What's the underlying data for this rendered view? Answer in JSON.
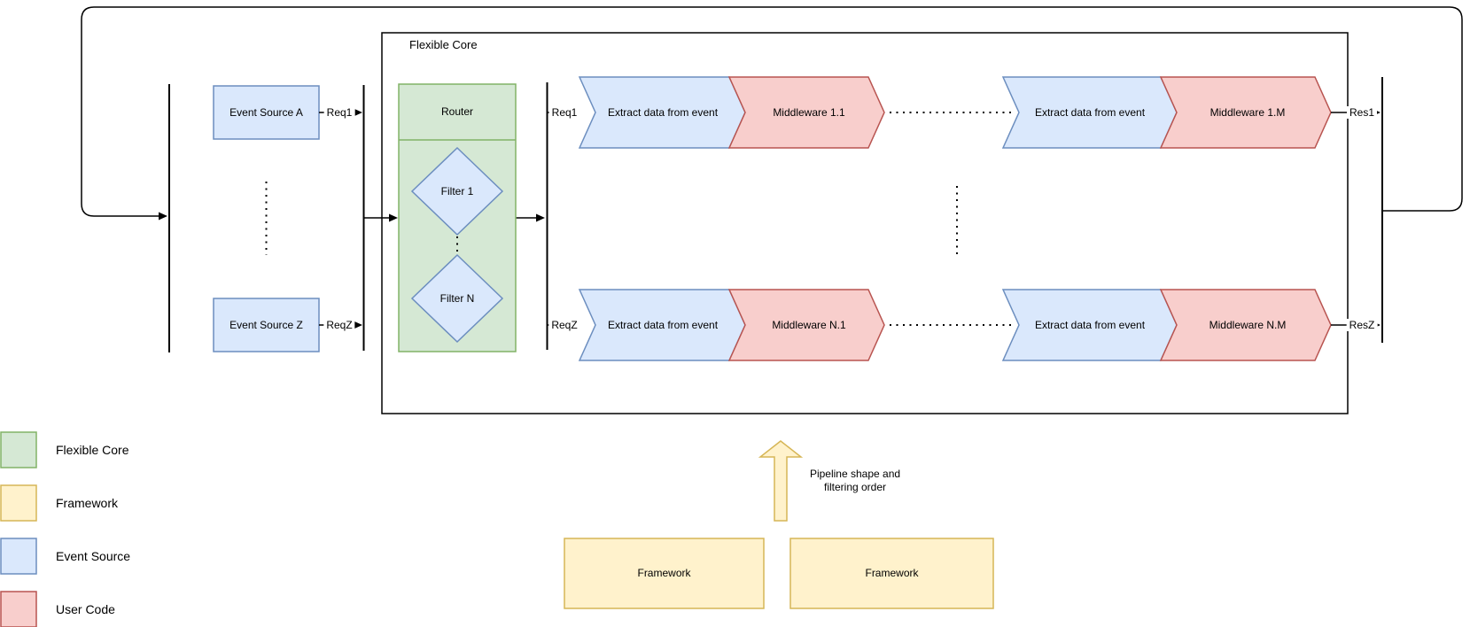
{
  "colors": {
    "flexible_core": {
      "fill": "#d5e8d4",
      "stroke": "#82b366"
    },
    "framework": {
      "fill": "#fff2cc",
      "stroke": "#d6b656"
    },
    "event_source": {
      "fill": "#dae8fc",
      "stroke": "#6c8ebf"
    },
    "user_code": {
      "fill": "#f8cecc",
      "stroke": "#b85450"
    }
  },
  "flexible_core": {
    "label": "Flexible Core",
    "router": {
      "title": "Router",
      "filter_first": "Filter 1",
      "filter_last": "Filter N"
    }
  },
  "event_sources": {
    "first": "Event Source A",
    "last": "Event Source Z"
  },
  "edge_labels": {
    "req_first": "Req1",
    "req_last": "ReqZ",
    "req_first_pipeline": "Req1",
    "req_last_pipeline": "ReqZ",
    "res_first": "Res1",
    "res_last": "ResZ"
  },
  "pipelines": {
    "first": {
      "extract_first": "Extract data from event",
      "middleware_first": "Middleware 1.1",
      "extract_last": "Extract data from event",
      "middleware_last": "Middleware 1.M"
    },
    "last": {
      "extract_first": "Extract data from event",
      "middleware_first": "Middleware N.1",
      "extract_last": "Extract data from event",
      "middleware_last": "Middleware N.M"
    }
  },
  "annotation": {
    "line1": "Pipeline shape and",
    "line2": "filtering order"
  },
  "framework_boxes": {
    "left": "Framework",
    "right": "Framework"
  },
  "legend": {
    "items": [
      {
        "label": "Flexible Core"
      },
      {
        "label": "Framework"
      },
      {
        "label": "Event Source"
      },
      {
        "label": "User Code"
      }
    ]
  }
}
